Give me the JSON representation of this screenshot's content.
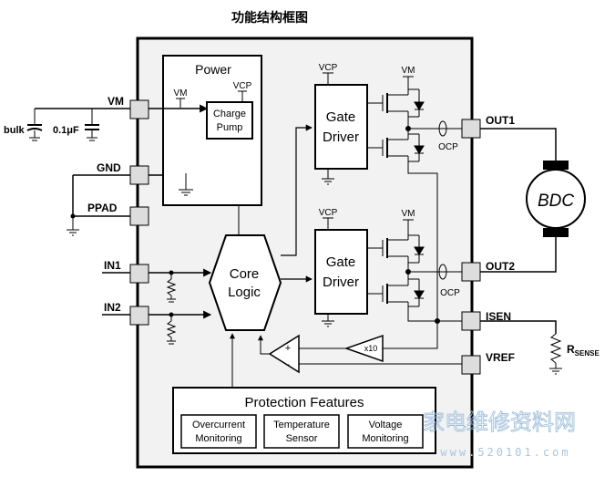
{
  "title": "功能结构框图",
  "blocks": {
    "power": "Power",
    "charge_pump_line1": "Charge",
    "charge_pump_line2": "Pump",
    "core_line1": "Core",
    "core_line2": "Logic",
    "gate_driver_line1": "Gate",
    "gate_driver_line2": "Driver",
    "protection": "Protection Features",
    "overcurrent_line1": "Overcurrent",
    "overcurrent_line2": "Monitoring",
    "temperature_line1": "Temperature",
    "temperature_line2": "Sensor",
    "voltage_line1": "Voltage",
    "voltage_line2": "Monitoring",
    "amp_gain": "x10",
    "motor": "BDC"
  },
  "pins": {
    "vm": "VM",
    "gnd": "GND",
    "ppad": "PPAD",
    "in1": "IN1",
    "in2": "IN2",
    "out1": "OUT1",
    "out2": "OUT2",
    "isen": "ISEN",
    "vref": "VREF"
  },
  "labels": {
    "vm": "VM",
    "vcp": "VCP",
    "ocp": "OCP",
    "bulk": "bulk",
    "cap": "0.1μF",
    "rsense_r": "R",
    "rsense_sub": "SENSE"
  },
  "watermark": {
    "text": "家电维修资料网",
    "url": "www.520101.com"
  }
}
